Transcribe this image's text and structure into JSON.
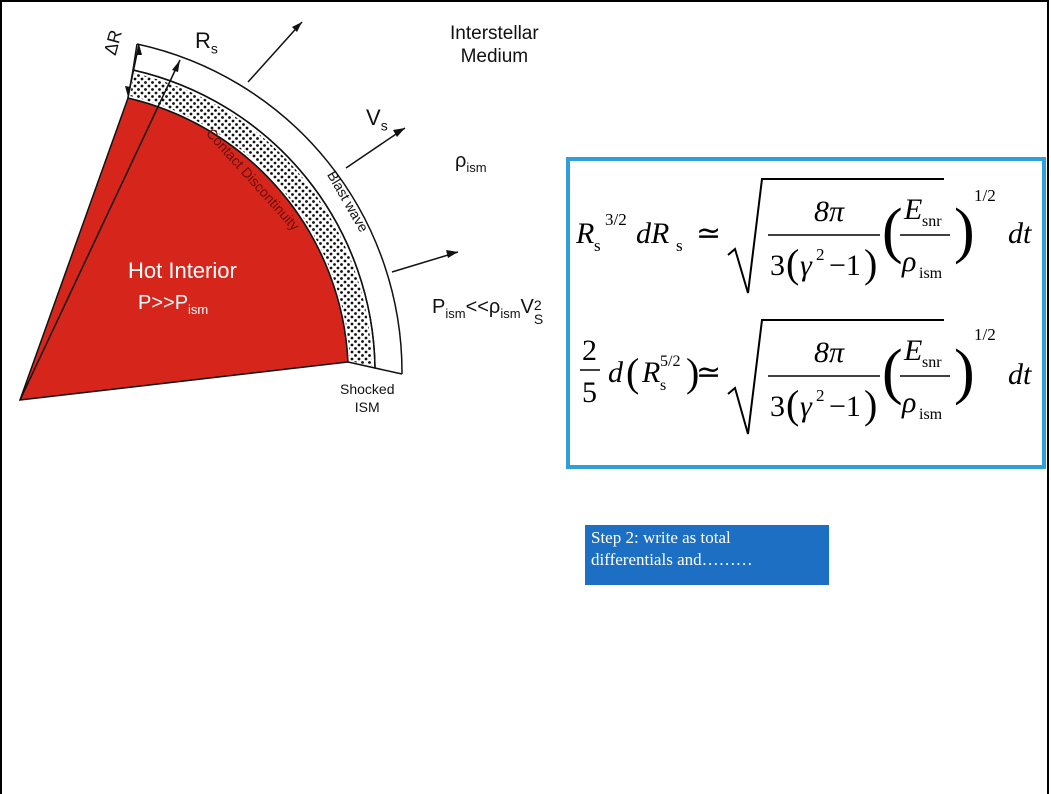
{
  "diagram": {
    "interstellar_line1": "Interstellar",
    "interstellar_line2": "Medium",
    "delta_r": "ΔR",
    "rs_main": "R",
    "rs_sub": "s",
    "vs_main": "V",
    "vs_sub": "s",
    "rho_main": "ρ",
    "rho_sub": "ism",
    "blast_wave": "Blast wave",
    "contact_discontinuity": "Contact Discontinuity",
    "hot_interior": "Hot Interior",
    "pressure_main": "P>>P",
    "pressure_sub": "ism",
    "pism_main": "P",
    "pism_sub": "ism",
    "pism_mid": "<<ρ",
    "pism_sub2": "ism",
    "pism_v": "V",
    "pism_vsub": "S",
    "pism_vsup": "2",
    "shocked_line1": "Shocked",
    "shocked_line2": "ISM",
    "colors": {
      "interior": "#d6261c",
      "arrow": "#111111",
      "box_border": "#2f9ed9",
      "note_bg": "#1d6fc4"
    }
  },
  "equations": {
    "eq1": {
      "lhs_R": "R",
      "lhs_sub": "s",
      "lhs_exp": "3/2",
      "lhs_d": "dR",
      "lhs_sub2": "s",
      "approx": "≃",
      "num": "8π",
      "den_3": "3",
      "den_gamma": "γ",
      "den_exp": "2",
      "den_rest": "−1",
      "E": "E",
      "E_sub": "snr",
      "rho": "ρ",
      "rho_sub": "ism",
      "outer_exp": "1/2",
      "dt": "dt"
    },
    "eq2": {
      "frac_num": "2",
      "frac_den": "5",
      "d": "d",
      "R": "R",
      "R_sub": "s",
      "R_exp": "5/2",
      "approx": "≃",
      "num": "8π",
      "den_3": "3",
      "den_gamma": "γ",
      "den_exp": "2",
      "den_rest": "−1",
      "E": "E",
      "E_sub": "snr",
      "rho": "ρ",
      "rho_sub": "ism",
      "outer_exp": "1/2",
      "dt": "dt"
    }
  },
  "note": {
    "line1": "Step 2: write as total",
    "line2": "differentials and………"
  }
}
